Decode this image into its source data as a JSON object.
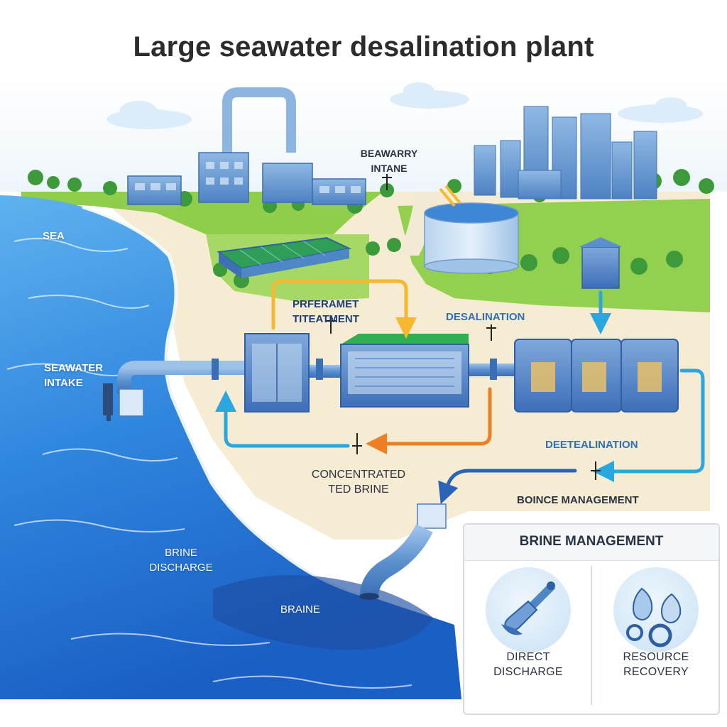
{
  "title": "Large seawater desalination plant",
  "labels": {
    "sea": "SEA",
    "seawater_intake": "SEAWATER\nINTAKE",
    "beawarry_intake": "BEAWARRY\nINTANE",
    "pretreatment": "PRFERAMET\nTITEATMENT",
    "desalination_top": "DESALINATION",
    "desalination_mid": "DEETEALINATION",
    "concentrated_brine": "CONCENTRATED\nTED BRINE",
    "boince_management": "BOINCE MANAGEMENT",
    "brine_discharge": "BRINE\nDISCHARGE",
    "braine": "BRAINE"
  },
  "brine_panel": {
    "title": "BRINE MANAGEMENT",
    "options": [
      {
        "label": "DIRECT\nDISCHARGE",
        "icon": "discharge-pipe-icon"
      },
      {
        "label": "RESOURCE\nRECOVERY",
        "icon": "recycle-drops-icon"
      }
    ]
  },
  "colors": {
    "sea": "#1f6fd1",
    "sea_light": "#5aa9ec",
    "sand": "#f6ecd3",
    "grass": "#8fcd4b",
    "pipe": "#4f86c6",
    "arrow_yellow": "#f5b82e",
    "arrow_orange": "#ef7d22",
    "arrow_cyan": "#2aa7de",
    "arrow_navy": "#2a63b8",
    "building": "#6f9fd6"
  }
}
